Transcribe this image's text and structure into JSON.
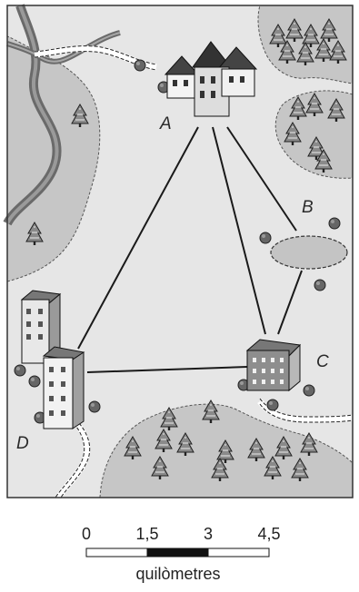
{
  "map": {
    "places": {
      "A": "A",
      "B": "B",
      "C": "C",
      "D": "D"
    }
  },
  "scale_bar": {
    "ticks": [
      "0",
      "1,5",
      "3",
      "4,5"
    ],
    "unit": "quilòmetres"
  },
  "colors": {
    "land": "#e6e6e6",
    "forest": "#c6c6c6",
    "lake": "#c4c4c4",
    "lines": "#1a1a1a",
    "border": "#333333"
  }
}
